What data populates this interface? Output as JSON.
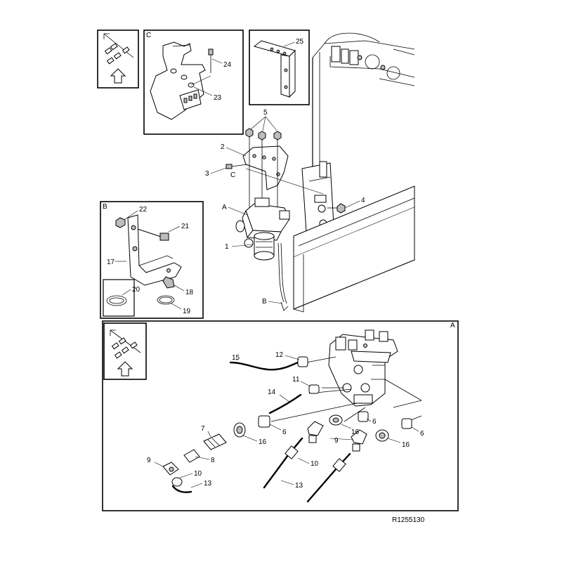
{
  "drawing_number": "R1255130",
  "insets": {
    "C": "C",
    "B": "B",
    "A": "A"
  },
  "callouts": {
    "c1": "1",
    "c2": "2",
    "c3": "3",
    "c4": "4",
    "c5": "5",
    "cA": "A",
    "cB": "B",
    "cC": "C",
    "c6a": "6",
    "c6b": "6",
    "c6c": "6",
    "c7": "7",
    "c8": "8",
    "c9a": "9",
    "c9b": "9",
    "c10a": "10",
    "c10b": "10",
    "c11": "11",
    "c12": "12",
    "c13a": "13",
    "c13b": "13",
    "c14": "14",
    "c15": "15",
    "c16a": "16",
    "c16b": "16",
    "c16c": "16",
    "c17": "17",
    "c18": "18",
    "c19": "19",
    "c20": "20",
    "c21": "21",
    "c22": "22",
    "c23": "23",
    "c24": "24",
    "c25": "25"
  },
  "icons": [
    "fitting-orientation-icon",
    "fitting-orientation-icon"
  ]
}
